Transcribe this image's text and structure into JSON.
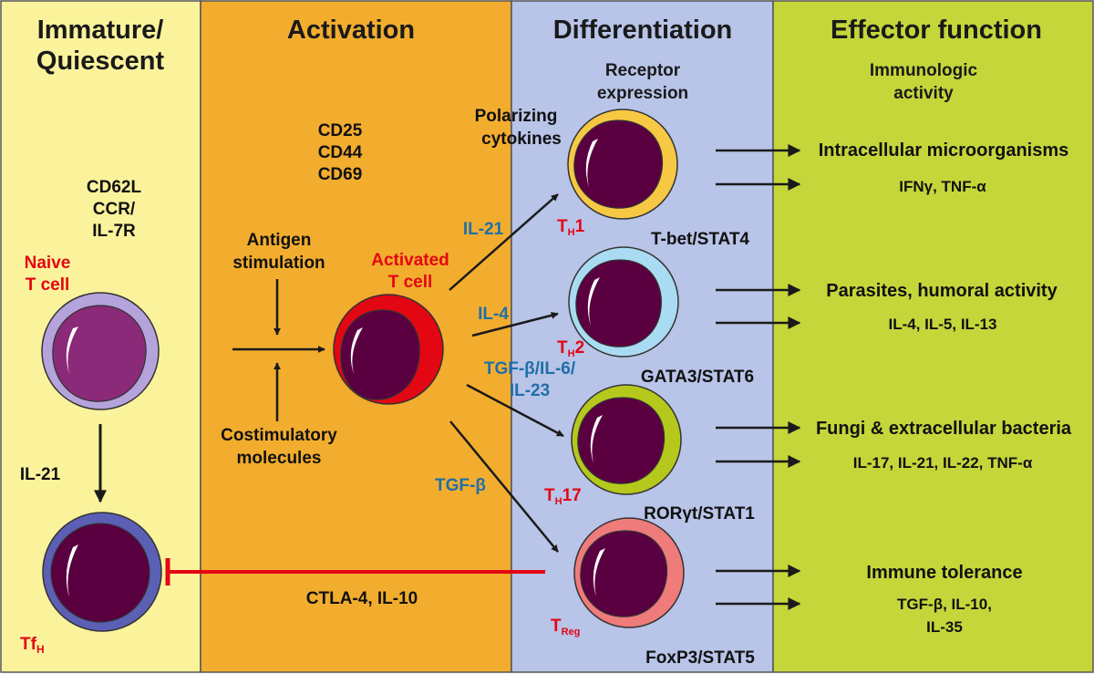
{
  "colors": {
    "panel_immature": "#fbf39c",
    "panel_activation": "#f3ad2e",
    "panel_differentiation": "#b8c4e8",
    "panel_effector": "#c5d63a",
    "label_red": "#e30613",
    "label_blue": "#1f6fa8",
    "inhibition_line": "#e30613",
    "nucleus": "#5a0040"
  },
  "panels": {
    "immature": {
      "title_line1": "Immature/",
      "title_line2": "Quiescent"
    },
    "activation": {
      "title": "Activation"
    },
    "differentiation": {
      "title": "Differentiation",
      "receptor_line1": "Receptor",
      "receptor_line2": "expression"
    },
    "effector": {
      "title": "Effector function",
      "activity_line1": "Immunologic",
      "activity_line2": "activity"
    }
  },
  "immature": {
    "markers": [
      "CD62L",
      "CCR/",
      "IL-7R"
    ],
    "naive_line1": "Naive",
    "naive_line2": "T cell",
    "il21": "IL-21",
    "tfh_main": "Tf",
    "tfh_sub": "H"
  },
  "activation": {
    "markers": [
      "CD25",
      "CD44",
      "CD69"
    ],
    "antigen_line1": "Antigen",
    "antigen_line2": "stimulation",
    "costim_line1": "Costimulatory",
    "costim_line2": "molecules",
    "activated_line1": "Activated",
    "activated_line2": "T cell",
    "polarizing_line1": "Polarizing",
    "polarizing_line2": "cytokines",
    "cytokine_th1": "IL-21",
    "cytokine_th2": "IL-4",
    "cytokine_th17_line1": "TGF-β/IL-6/",
    "cytokine_th17_line2": "IL-23",
    "cytokine_treg": "TGF-β",
    "ctla": "CTLA-4, IL-10"
  },
  "subsets": [
    {
      "main": "T",
      "sub": "H",
      "suffix": "1",
      "receptor": "T-bet/STAT4",
      "ring_color": "#f7c843",
      "effect": "Intracellular microorganisms",
      "cytokines": "IFNγ, TNF-α"
    },
    {
      "main": "T",
      "sub": "H",
      "suffix": "2",
      "receptor": "GATA3/STAT6",
      "ring_color": "#a9dcf2",
      "effect": "Parasites, humoral activity",
      "cytokines": "IL-4, IL-5, IL-13"
    },
    {
      "main": "T",
      "sub": "H",
      "suffix": "17",
      "receptor": "RORγt/STAT1",
      "ring_color": "#b5c81c",
      "effect": "Fungi & extracellular bacteria",
      "cytokines": "IL-17, IL-21, IL-22, TNF-α"
    },
    {
      "main": "T",
      "sub": "Reg",
      "suffix": "",
      "receptor": "FoxP3/STAT5",
      "ring_color": "#ef7b7b",
      "effect": "Immune tolerance",
      "cytokines_line1": "TGF-β, IL-10,",
      "cytokines_line2": "IL-35"
    }
  ]
}
